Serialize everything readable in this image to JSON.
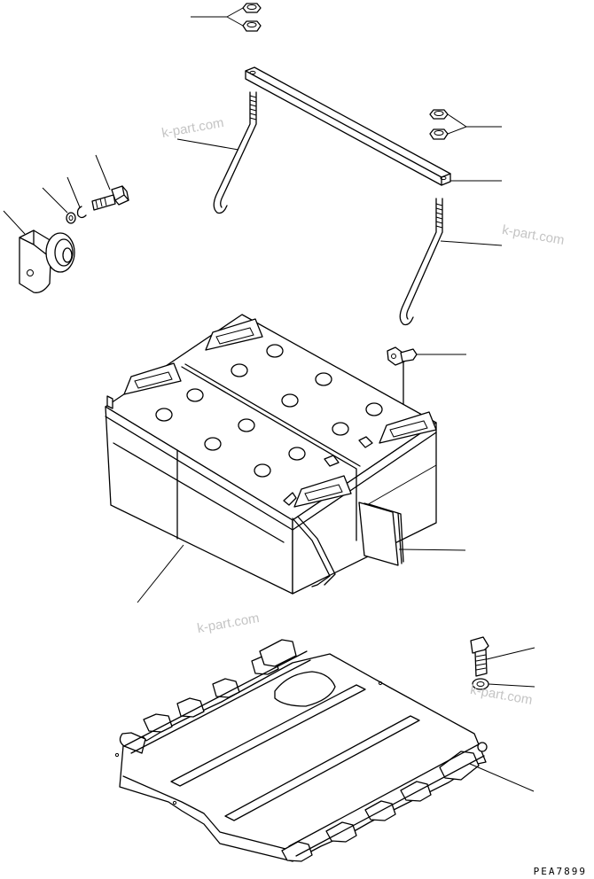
{
  "watermarks": [
    "k-part.com",
    "k-part.com",
    "k-part.com",
    "k-part.com"
  ],
  "drawing_code": "PEA7899"
}
